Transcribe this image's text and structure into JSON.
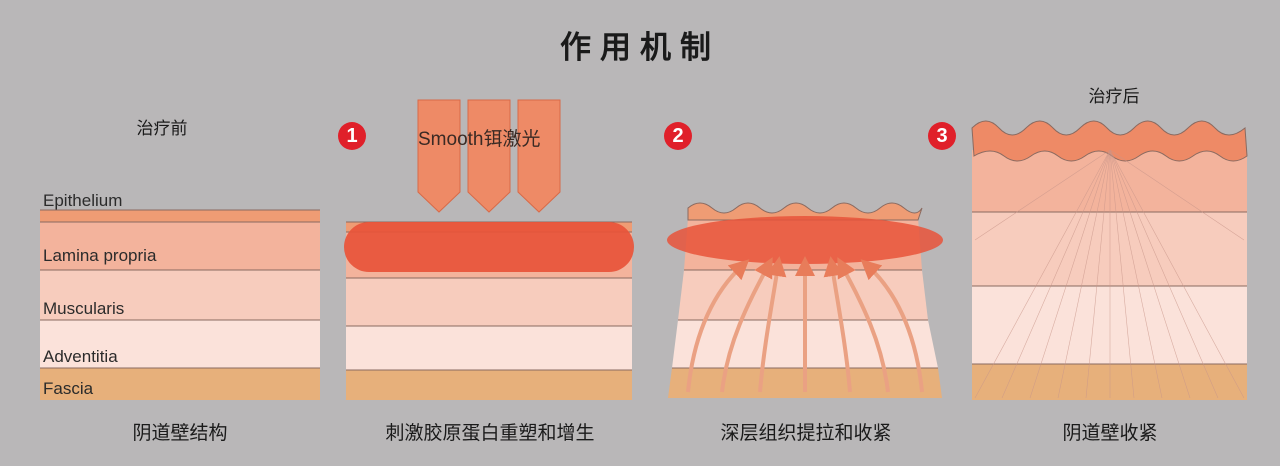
{
  "title": "作用机制",
  "panels": [
    {
      "top_label": "治疗前",
      "caption": "阴道壁结构",
      "layers": [
        "Epithelium",
        "Lamina propria",
        "Muscularis",
        "Adventitia",
        "Fascia"
      ]
    },
    {
      "step": "1",
      "laser_text": "Smooth铒激光",
      "caption": "刺激胶原蛋白重塑和增生"
    },
    {
      "step": "2",
      "caption": "深层组织提拉和收紧"
    },
    {
      "step": "3",
      "top_label": "治疗后",
      "caption": "阴道壁收紧"
    }
  ],
  "colors": {
    "background": "#b9b7b8",
    "epithelium": "#ef9c74",
    "lamina_propria": "#f3b39c",
    "muscularis": "#f7ccbd",
    "adventitia": "#fbe2da",
    "fascia": "#e7b07b",
    "laser_zone": "#e8543a",
    "badge": "#e0202a"
  }
}
